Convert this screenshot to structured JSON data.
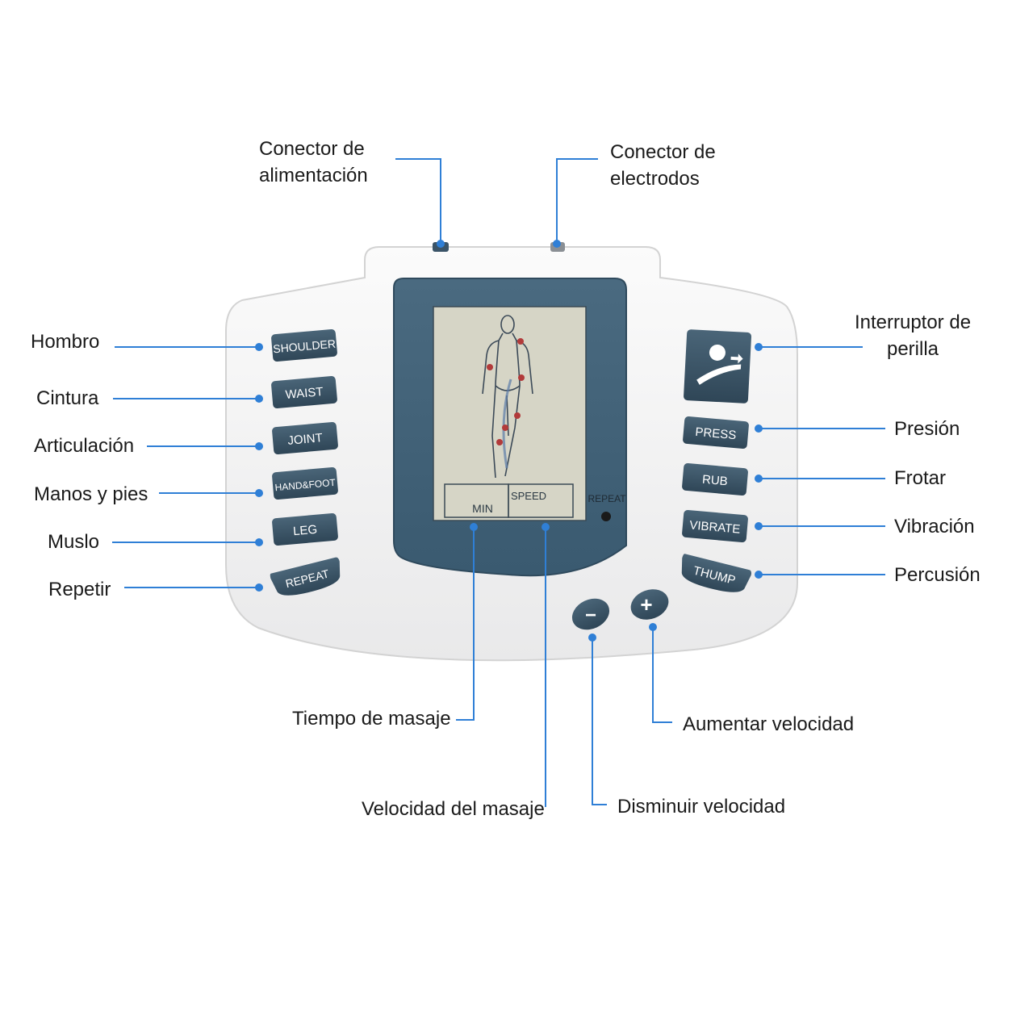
{
  "labels": {
    "power_connector_l1": "Conector de",
    "power_connector_l2": "alimentación",
    "electrode_connector_l1": "Conector de",
    "electrode_connector_l2": "electrodos",
    "shoulder": "Hombro",
    "waist": "Cintura",
    "joint": "Articulación",
    "hand_foot": "Manos y pies",
    "thigh": "Muslo",
    "repeat": "Repetir",
    "knob_switch_l1": "Interruptor de",
    "knob_switch_l2": "perilla",
    "press": "Presión",
    "rub": "Frotar",
    "vibrate": "Vibración",
    "thump": "Percusión",
    "massage_time": "Tiempo de masaje",
    "massage_speed": "Velocidad del masaje",
    "speed_up": "Aumentar velocidad",
    "speed_down": "Disminuir velocidad"
  },
  "device": {
    "left_buttons": [
      "SHOULDER",
      "WAIST",
      "JOINT",
      "HAND&FOOT",
      "LEG",
      "REPEAT"
    ],
    "right_buttons": [
      "PRESS",
      "RUB",
      "VIBRATE",
      "THUMP"
    ],
    "lcd_min": "MIN",
    "lcd_speed": "SPEED",
    "lcd_repeat": "REPEAT",
    "minus": "−",
    "plus": "+"
  },
  "colors": {
    "callout_line": "#2f7fd6",
    "button": "#3d5668",
    "lcd_frame": "#3f6178",
    "lcd_screen": "#d6d5c6",
    "body": "#f3f3f3"
  },
  "icons": {
    "knob": "massage-mode-icon"
  }
}
